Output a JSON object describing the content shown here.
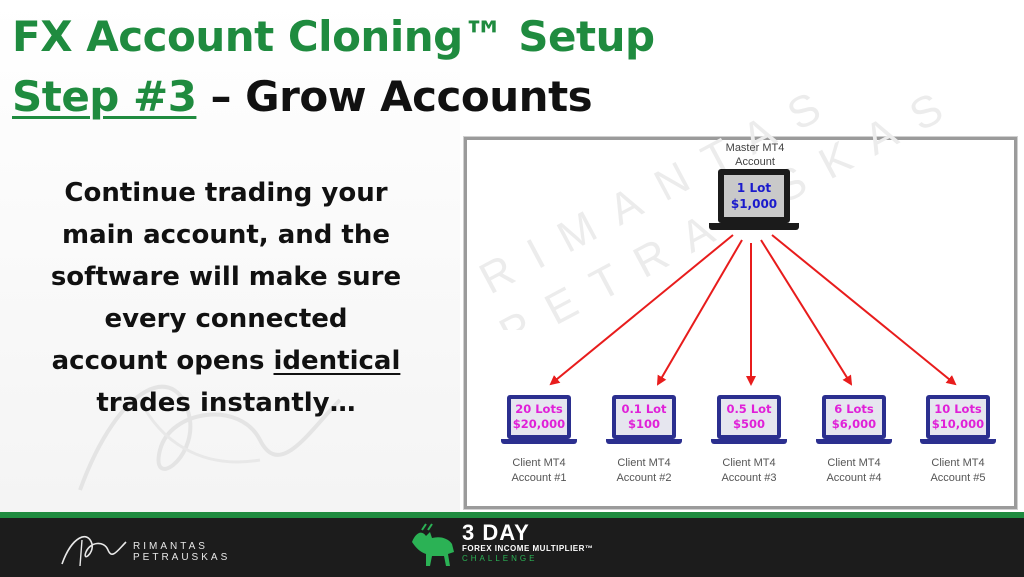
{
  "title_line1": "FX Account Cloning™ Setup",
  "title_step": "Step #3",
  "title_rest": " – Grow Accounts",
  "body": {
    "line1": "Continue trading your",
    "line2": "main account, and the",
    "line3": "software will make sure",
    "line4": "every connected",
    "line5_pre": "account opens ",
    "line5_underlined": "identical",
    "line6": "trades instantly…"
  },
  "watermark": {
    "line1": "RIMANTAS",
    "line2": "PETRAUSKAS"
  },
  "diagram": {
    "master": {
      "label_line1": "Master MT4",
      "label_line2": "Account",
      "lots": "1 Lot",
      "balance": "$1,000"
    },
    "clients": [
      {
        "lots": "20 Lots",
        "balance": "$20,000",
        "label_line1": "Client MT4",
        "label_line2": "Account #1"
      },
      {
        "lots": "0.1 Lot",
        "balance": "$100",
        "label_line1": "Client MT4",
        "label_line2": "Account #2"
      },
      {
        "lots": "0.5 Lot",
        "balance": "$500",
        "label_line1": "Client MT4",
        "label_line2": "Account #3"
      },
      {
        "lots": "6 Lots",
        "balance": "$6,000",
        "label_line1": "Client MT4",
        "label_line2": "Account #4"
      },
      {
        "lots": "10 Lots",
        "balance": "$10,000",
        "label_line1": "Client MT4",
        "label_line2": "Account #5"
      }
    ],
    "arrow_color": "#e81c1c"
  },
  "footer": {
    "brand_line1": "RIMANTAS",
    "brand_line2": "PETRAUSKAS",
    "logo_line1": "3 DAY",
    "logo_line2": "FOREX INCOME MULTIPLIER™",
    "logo_line3": "CHALLENGE"
  },
  "colors": {
    "green": "#1f8b3f",
    "client_screen": "#2b2f8f",
    "client_text": "#e020d8",
    "master_text": "#1a1acc"
  }
}
